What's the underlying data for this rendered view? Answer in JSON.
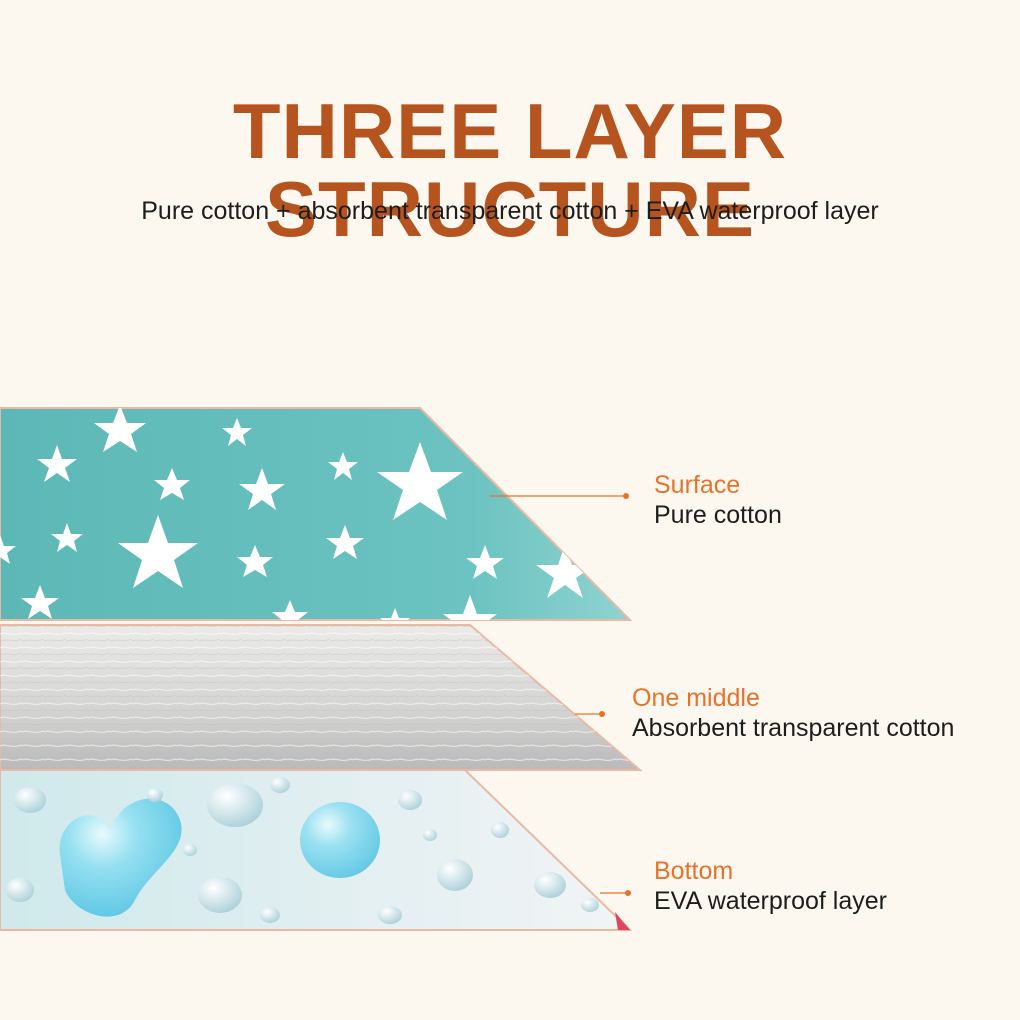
{
  "header": {
    "title": "THREE LAYER STRUCTURE",
    "subtitle": "Pure cotton + absorbent transparent cotton + EVA waterproof layer"
  },
  "layers": [
    {
      "category": "Surface",
      "description": "Pure cotton",
      "pattern": "star-print",
      "color": "#6fc3c1"
    },
    {
      "category": "One middle",
      "description": "Absorbent transparent cotton",
      "pattern": "fibrous-wadding",
      "color": "#d2d2d2"
    },
    {
      "category": "Bottom",
      "description": "EVA waterproof layer",
      "pattern": "water-droplets",
      "color": "#d8eef0"
    }
  ],
  "colors": {
    "background": "#fcf8f0",
    "title": "#b5541f",
    "label_accent": "#e8722a",
    "leader_line": "#e8722a"
  }
}
